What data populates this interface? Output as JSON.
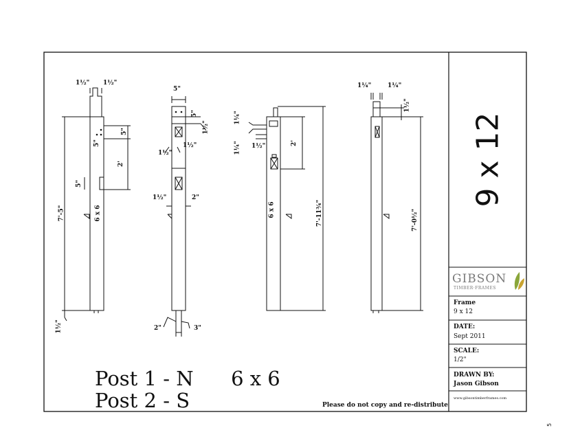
{
  "title_block": {
    "frame_size_vertical": "9 x 12",
    "logo": {
      "name": "GIBSON",
      "subtitle": "TIMBER·FRAMES",
      "leaf_colors": [
        "#8aa63a",
        "#c9a431"
      ]
    },
    "fields": [
      {
        "label": "Frame",
        "value": "9 x 12"
      },
      {
        "label": "DATE:",
        "value": "Sept 2011"
      },
      {
        "label": "SCALE:",
        "value": "1/2\""
      },
      {
        "label": "DRAWN BY:",
        "value": "Jason Gibson"
      }
    ],
    "website": "www.gibsontimberframes.com"
  },
  "drawing_title": {
    "line1": "Post 1 - N",
    "line1_size": "6 x 6",
    "line2": "Post 2 - S"
  },
  "notice": "Please do not copy and re-distribute",
  "page_number": "5",
  "views": {
    "view1": {
      "top_dims": [
        "1½\"",
        "1½\""
      ],
      "side_dims": [
        "5\"",
        "5\"",
        "2'",
        "5\""
      ],
      "overall": "7'-5\"",
      "member": "6 x 6",
      "bottom_dim": "1½\""
    },
    "view2": {
      "top_dim": "5\"",
      "side_dims": [
        "5\"",
        "1½\"",
        "1½\"",
        "1½\"",
        "1½\"",
        "2\""
      ],
      "bottom_dims": [
        "2\"",
        "3\""
      ]
    },
    "view3": {
      "side_dims": [
        "1¼\"",
        "1¼\"",
        "1½\"",
        "2'"
      ],
      "overall": "7'-11¾\"",
      "member": "6 x 6"
    },
    "view4": {
      "top_dims": [
        "1¼\"",
        "1¼\""
      ],
      "side_dim": "1½\"",
      "overall": "7'-0½\""
    }
  }
}
